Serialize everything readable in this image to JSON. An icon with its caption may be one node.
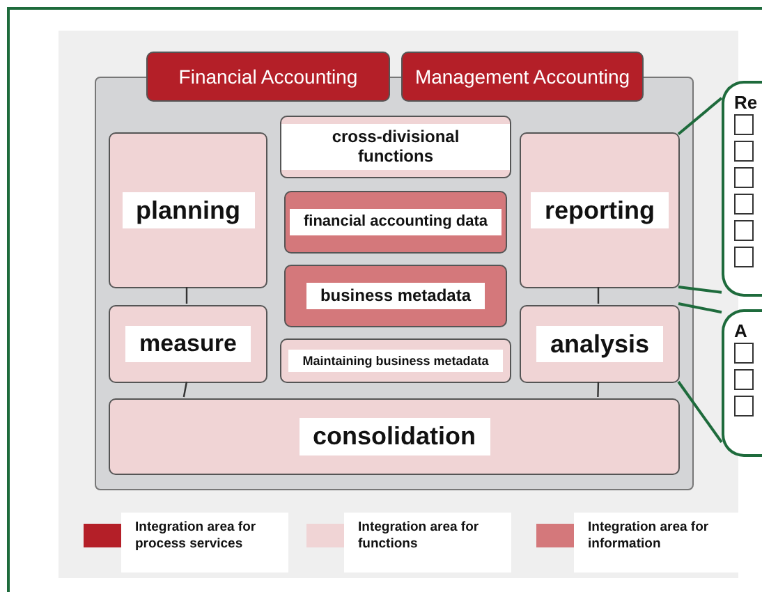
{
  "diagram": {
    "nodes": [
      {
        "text": [],
        "shape": "box"
      },
      {
        "text": [
          "Financial Accounting"
        ]
      },
      {
        "text": [
          "Management Accounting"
        ]
      },
      {
        "text": [
          "planning"
        ],
        "in": 0
      },
      {
        "text": [
          "cross-divisional functions"
        ],
        "in": 0
      },
      {
        "text": [
          "reporting"
        ],
        "in": 0
      },
      {
        "text": [
          "financial accounting data"
        ],
        "in": 0
      },
      {
        "text": [
          "business metadata"
        ],
        "in": 0
      },
      {
        "text": [
          "measure"
        ],
        "in": 0
      },
      {
        "text": [
          "Maintaining business metadata"
        ],
        "in": 0
      },
      {
        "text": [
          "analysis"
        ],
        "in": 0
      },
      {
        "text": [
          "consolidation"
        ],
        "in": 0
      },
      {
        "text": [
          "Re"
        ]
      },
      {
        "text": [
          "A"
        ]
      }
    ],
    "edges": [
      {
        "from": 3,
        "to": 8,
        "arrow": "none"
      },
      {
        "from": 8,
        "to": 11,
        "arrow": "none"
      },
      {
        "from": 5,
        "to": 10,
        "arrow": "none"
      },
      {
        "from": 10,
        "to": 11,
        "arrow": "none"
      },
      {
        "from": 12,
        "to": 5,
        "arrow": "none"
      },
      {
        "from": 12,
        "to": 5,
        "arrow": "none"
      },
      {
        "from": 13,
        "to": 10,
        "arrow": "none"
      },
      {
        "from": 13,
        "to": 10,
        "arrow": "none"
      }
    ],
    "legend": [
      {
        "text": "Integration area for process services",
        "color": "#b41f28"
      },
      {
        "text": "Integration area for functions",
        "color": "#f0d4d5"
      },
      {
        "text": "Integration area for information",
        "color": "#d4787b"
      }
    ]
  }
}
